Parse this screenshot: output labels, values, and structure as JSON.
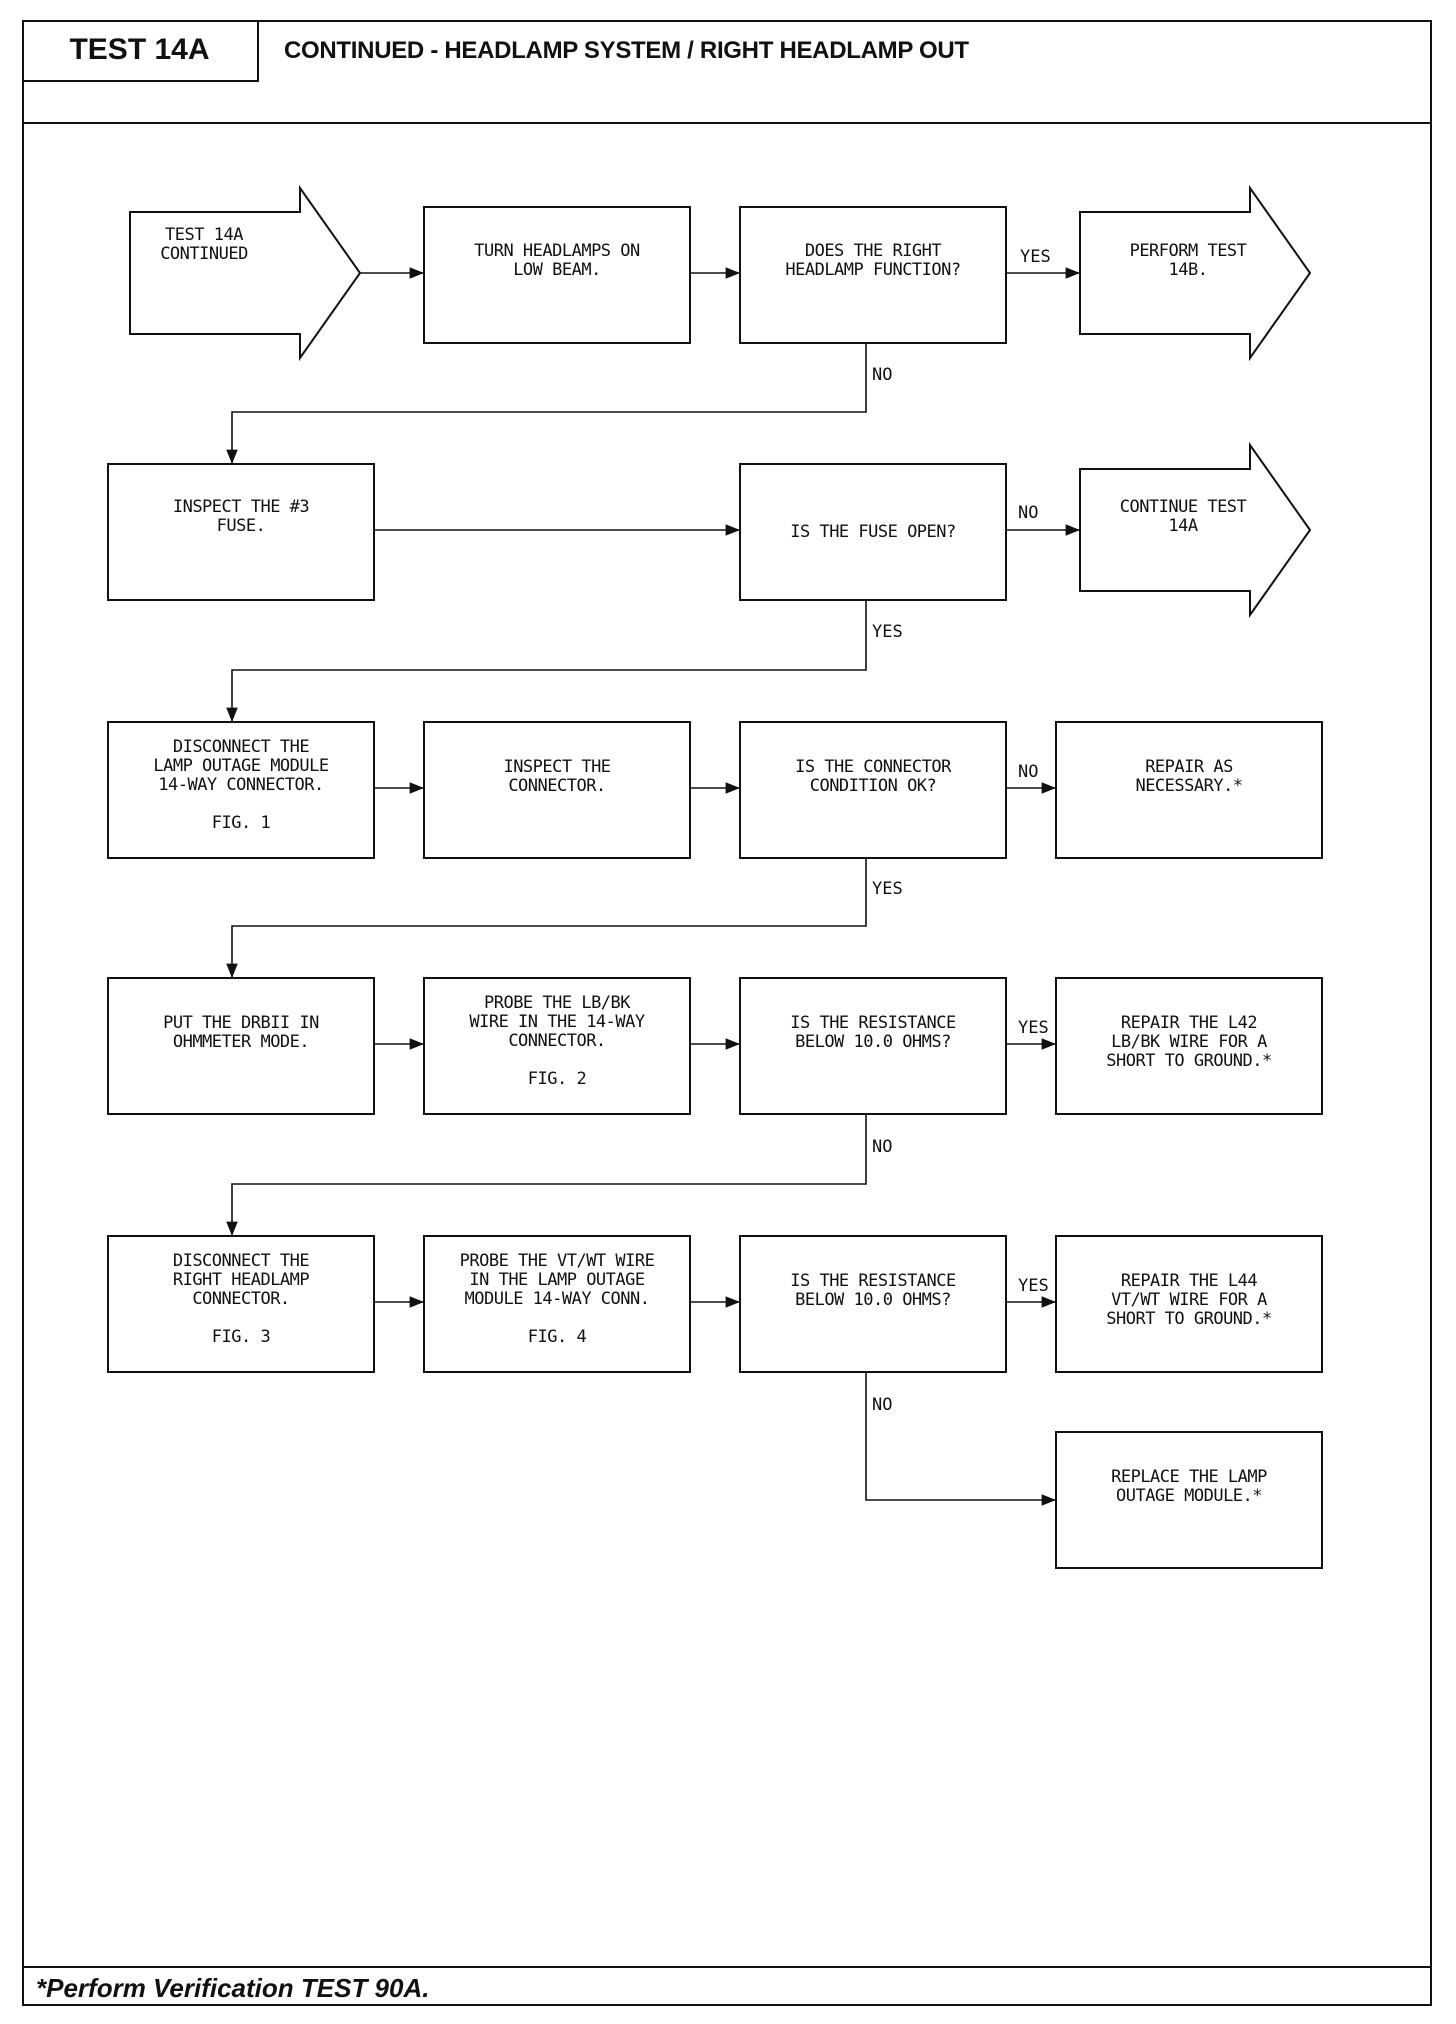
{
  "header": {
    "test_id": "TEST 14A",
    "title": "CONTINUED - HEADLAMP SYSTEM / RIGHT HEADLAMP OUT"
  },
  "footer": {
    "note": "*Perform Verification TEST 90A."
  },
  "nodes": {
    "start": [
      "TEST 14A",
      "CONTINUED"
    ],
    "turn_on": [
      "TURN HEADLAMPS ON",
      "LOW BEAM."
    ],
    "q_function": [
      "DOES THE RIGHT",
      "HEADLAMP FUNCTION?"
    ],
    "test14b": [
      "PERFORM TEST",
      "14B."
    ],
    "inspect_fuse": [
      "INSPECT THE #3",
      "FUSE."
    ],
    "q_fuse": [
      "IS THE FUSE OPEN?"
    ],
    "continue14a": [
      "CONTINUE TEST",
      "14A"
    ],
    "disconnect_module": [
      "DISCONNECT THE",
      "LAMP OUTAGE MODULE",
      "14-WAY CONNECTOR.",
      "",
      "FIG. 1"
    ],
    "inspect_conn": [
      "INSPECT THE",
      "CONNECTOR."
    ],
    "q_conn": [
      "IS THE CONNECTOR",
      "CONDITION OK?"
    ],
    "repair": [
      "REPAIR AS",
      "NECESSARY.*"
    ],
    "ohmmeter": [
      "PUT THE DRBII IN",
      "OHMMETER MODE."
    ],
    "probe_lb": [
      "PROBE THE LB/BK",
      "WIRE IN THE 14-WAY",
      "CONNECTOR.",
      "",
      "FIG. 2"
    ],
    "q_res1": [
      "IS THE RESISTANCE",
      "BELOW 10.0 OHMS?"
    ],
    "repair_l42": [
      "REPAIR THE L42",
      "LB/BK WIRE FOR A",
      "SHORT TO GROUND.*"
    ],
    "disconnect_hl": [
      "DISCONNECT THE",
      "RIGHT HEADLAMP",
      "CONNECTOR.",
      "",
      "FIG. 3"
    ],
    "probe_vt": [
      "PROBE THE VT/WT WIRE",
      "IN THE LAMP OUTAGE",
      "MODULE 14-WAY CONN.",
      "",
      "FIG. 4"
    ],
    "q_res2": [
      "IS THE RESISTANCE",
      "BELOW 10.0 OHMS?"
    ],
    "repair_l44": [
      "REPAIR THE L44",
      "VT/WT WIRE FOR A",
      "SHORT TO GROUND.*"
    ],
    "replace": [
      "REPLACE THE LAMP",
      "OUTAGE MODULE.*"
    ]
  },
  "edge_labels": {
    "yes": "YES",
    "no": "NO"
  }
}
